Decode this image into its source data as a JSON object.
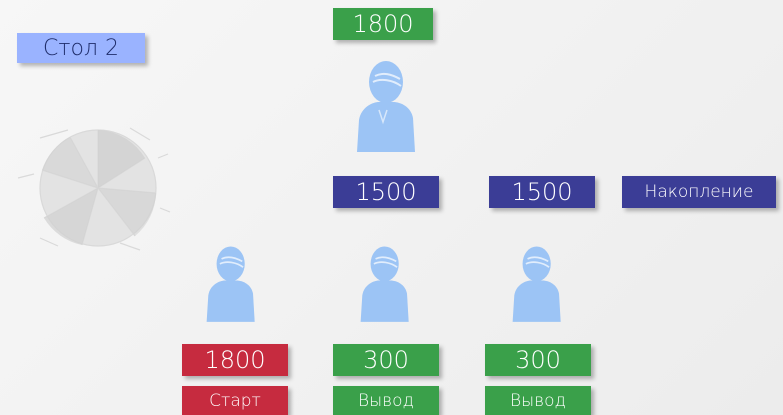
{
  "table_label": "Стол 2",
  "top": {
    "value": "1800",
    "level2": [
      "1500",
      "1500"
    ],
    "accumulation_label": "Накопление"
  },
  "bottom": [
    {
      "value": "1800",
      "label": "Старт"
    },
    {
      "value": "300",
      "label": "Вывод"
    },
    {
      "value": "300",
      "label": "Вывод"
    }
  ],
  "colors": {
    "green": "#3aa04a",
    "navy": "#3b3d96",
    "red": "#c62b3f",
    "light_blue": "#9ab3ff",
    "person": "#9cc4f5"
  },
  "icons": [
    "person-icon",
    "pie-chart-sketch-icon"
  ]
}
